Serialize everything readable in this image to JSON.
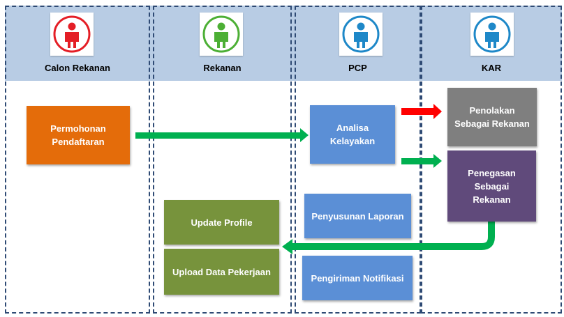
{
  "lanes": [
    {
      "label": "Calon Rekanan",
      "icon": "person-icon",
      "icon_color": "#e41e26"
    },
    {
      "label": "Rekanan",
      "icon": "person-icon",
      "icon_color": "#4caf35"
    },
    {
      "label": "PCP",
      "icon": "person-icon",
      "icon_color": "#1e88c8"
    },
    {
      "label": "KAR",
      "icon": "person-icon",
      "icon_color": "#1e88c8"
    }
  ],
  "boxes": {
    "permohonan": "Permohonan\nPendaftaran",
    "analisa": "Analisa\nKelayakan",
    "penolakan": "Penolakan\nSebagai Rekanan",
    "penegasan": "Penegasan\nSebagai\nRekanan",
    "penyusunan": "Penyusunan Laporan",
    "pengiriman": "Pengiriman Notifikasi",
    "update_profile": "Update Profile",
    "upload_data": "Upload Data  Pekerjaan"
  },
  "colors": {
    "header_band": "#b8cce4",
    "lane_border": "#2e4a74",
    "arrow_green": "#00b050",
    "arrow_red": "#ff0000"
  }
}
